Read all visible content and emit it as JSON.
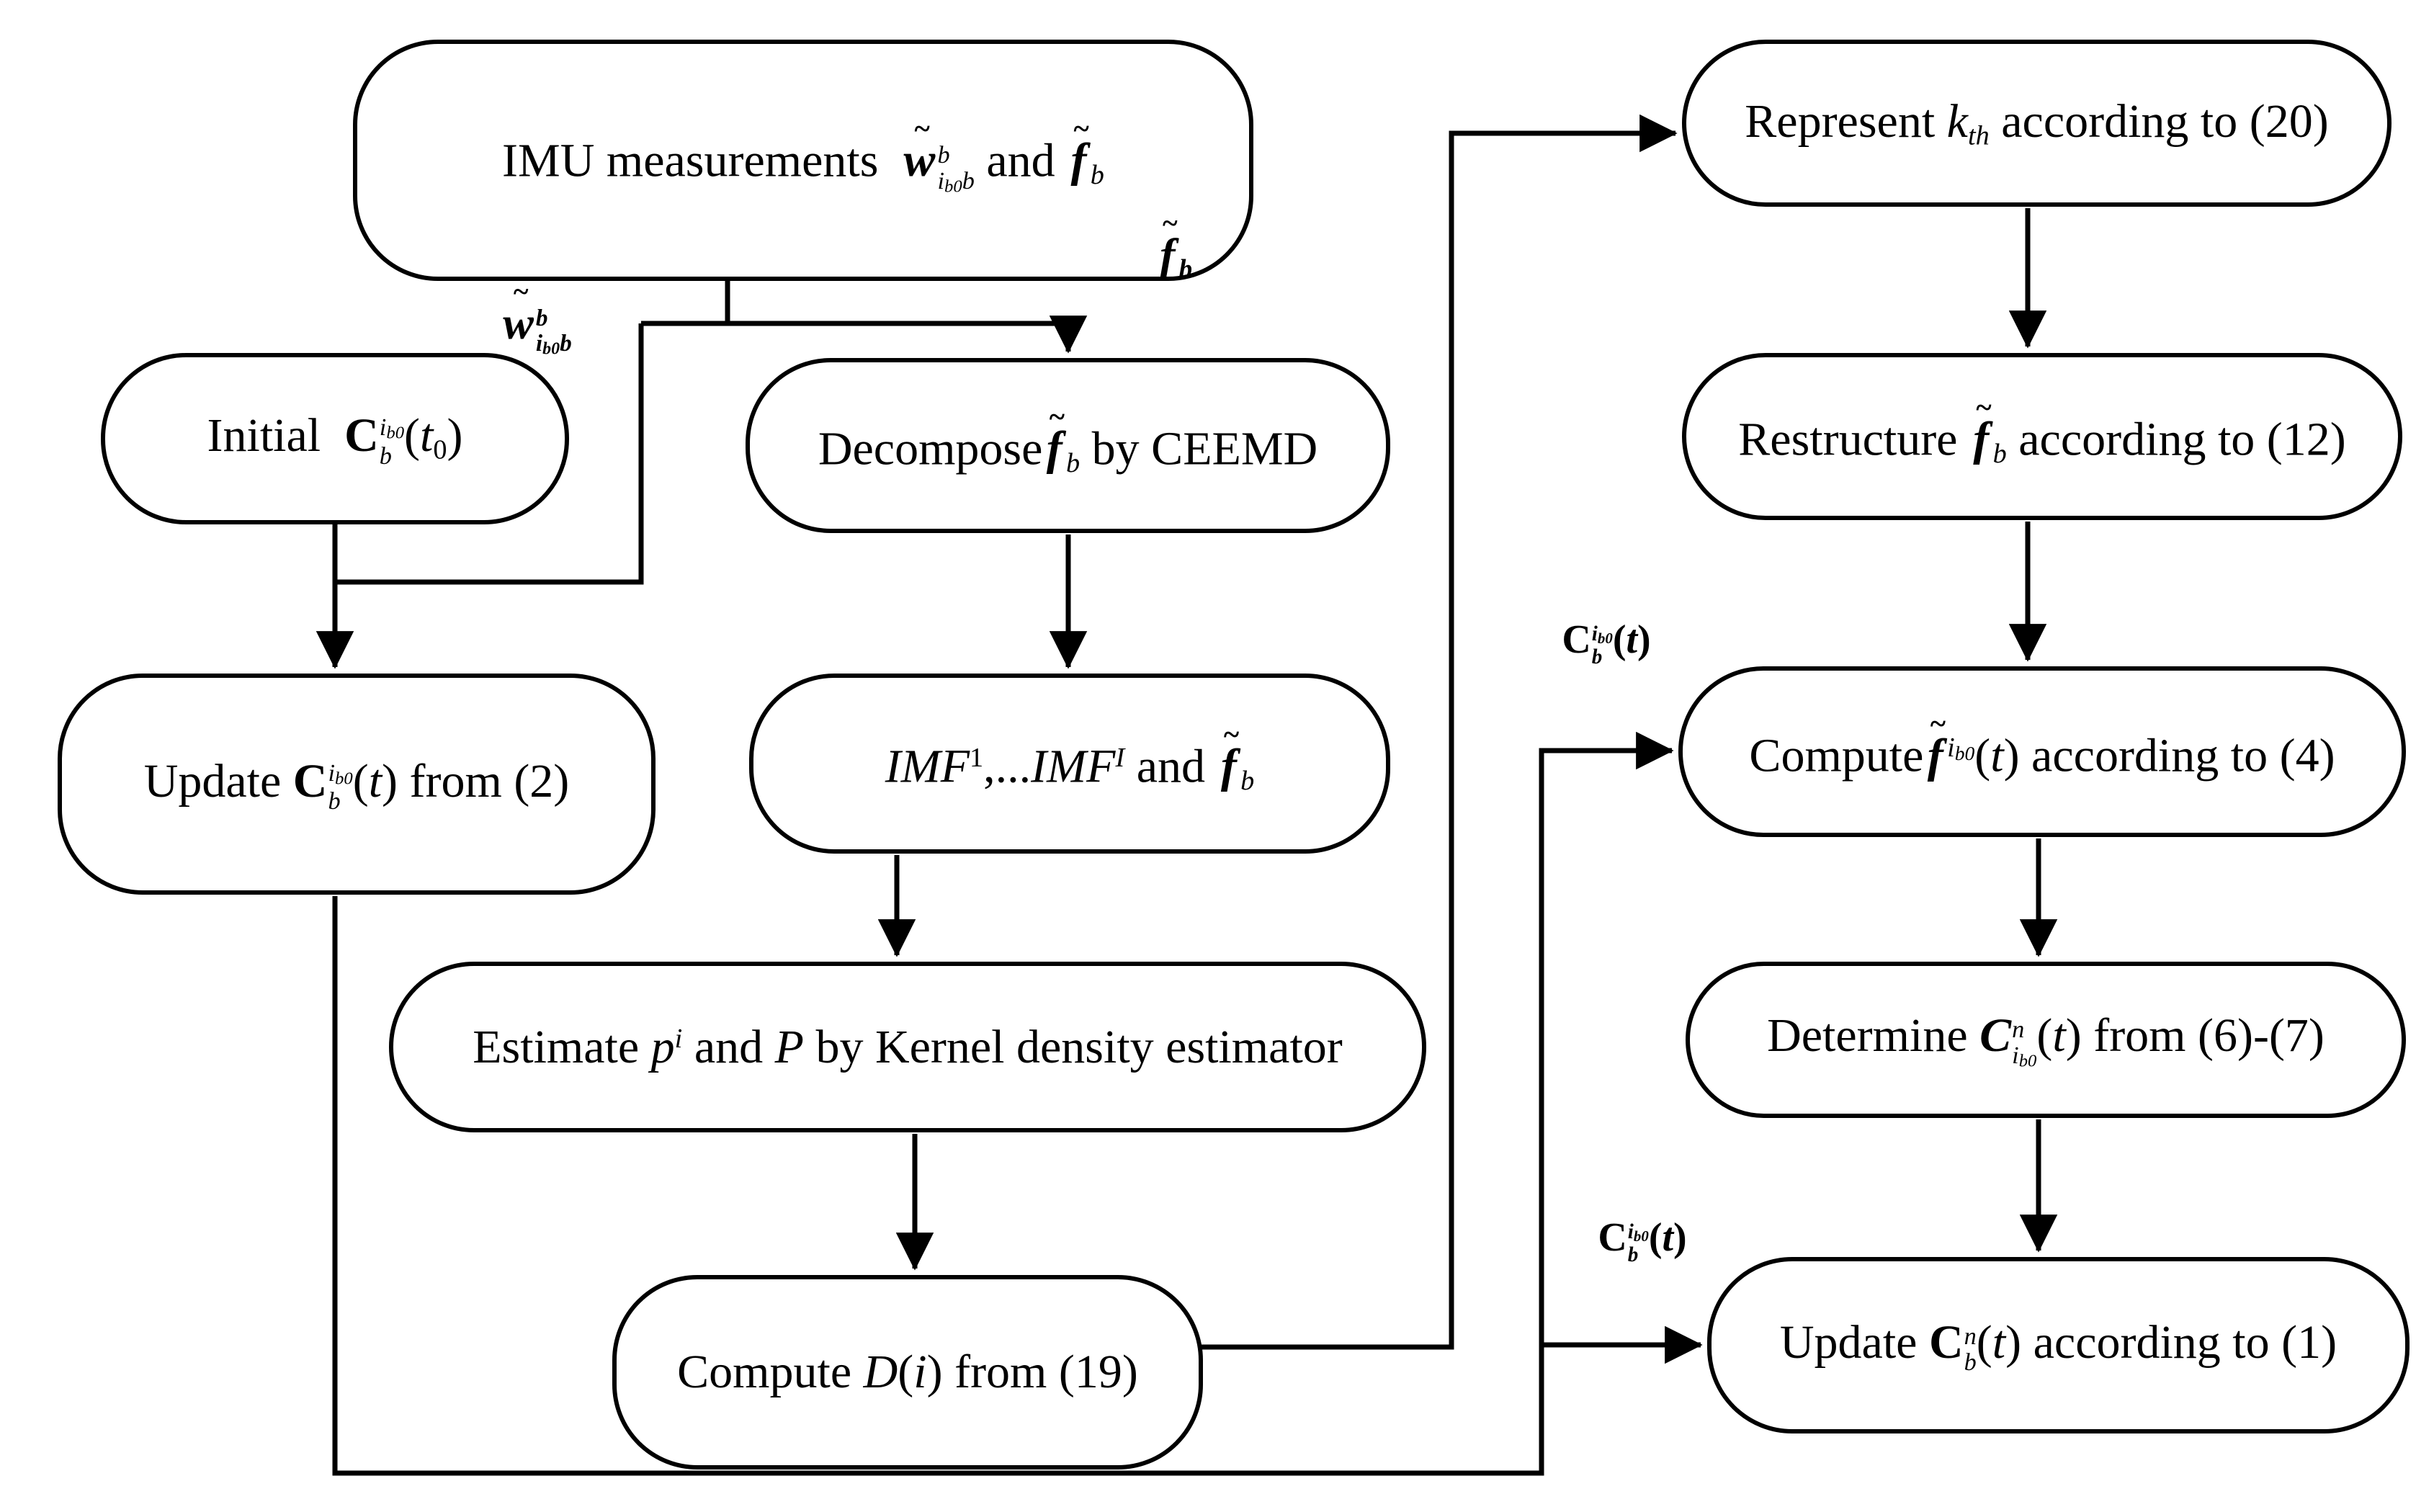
{
  "colors": {
    "background": "#ffffff",
    "line": "#000000",
    "box_border": "#000000",
    "text": "#000000"
  },
  "nodes": {
    "imu": {
      "html": "IMU measurements&nbsp; <span class='ov'><span class='tl'>~</span><span class='it bb'>w</span></span><span class='ss'><span class='t'>b</span><span class='b'>i<span class='ss2'>b0</span>b</span></span> and <span class='ov'><span class='tl'>~</span><span class='it bb'>f</span></span><span class='sb it'>b</span>"
    },
    "initial": {
      "html": "Initial&nbsp; <span class='bb'>C</span><span class='ss'><span class='t'>i<span class='ss2'>b0</span></span><span class='b'>b</span></span>(<span class='it'>t</span><span class='sb'>0</span>)"
    },
    "decompose": {
      "html": "Decompose<span class='ov'><span class='tl'>~</span><span class='it bb'>f</span></span><span class='sb it'>b</span> by CEEMD"
    },
    "update_cb": {
      "html": "Update <span class='bb'>C</span><span class='ss'><span class='t'>i<span class='ss2'>b0</span></span><span class='b'>b</span></span>(<span class='it'>t</span>) from (2)"
    },
    "imf": {
      "html": "<span class='it'>IMF</span><span class='sp'>1</span>,...<span class='it'>IMF</span><span class='sp it'>I</span> and <span class='ov'><span class='tl'>~</span><span class='it bb'>f</span></span><span class='sb it'>b</span>"
    },
    "estimate": {
      "html": "Estimate <span class='it'>p</span><span class='sp it'>i</span> and <span class='it'>P</span> by Kernel density estimator"
    },
    "compute_d": {
      "html": "Compute <span class='it'>D</span>(<span class='it'>i</span>) from (19)"
    },
    "represent": {
      "html": "Represent <span class='it'>k</span><span class='sb it'>th</span> according to (20)"
    },
    "restructure": {
      "html": "Restructure <span class='ov'><span class='tl'>~</span><span class='it bb'>f</span></span><span class='sb it'>b</span> according to (12)"
    },
    "compute_f": {
      "html": "Compute<span class='ov'><span class='tl'>~</span><span class='it bb'>f</span></span><span class='sp'><span class='it'>i</span><span class='ss2'>b0</span></span>(<span class='it'>t</span>) according to (4)"
    },
    "determine": {
      "html": "Determine <span class='it bb'>C</span><span class='ss'><span class='t'>n</span><span class='b'>i<span class='ss2'>b0</span></span></span>(<span class='it'>t</span>) from (6)-(7)"
    },
    "update_cn": {
      "html": "Update <span class='bb'>C</span><span class='ss'><span class='t'>n</span><span class='b'>b</span></span>(<span class='it'>t</span>) according to (1)"
    }
  },
  "labels": {
    "w_branch": {
      "html": "<span class='ov'><span class='tl'>~</span><span class='it'>w</span></span><span class='ss'><span class='t'>b</span><span class='b'>i<span class='ss2'>b0</span>b</span></span>"
    },
    "f_branch": {
      "html": "<span class='ov'><span class='tl'>~</span><span class='it'>f</span></span><span class='sb it'>b</span>"
    },
    "cb_t_upper": {
      "html": "<span class='bb'>C</span><span class='ss'><span class='t'>i<span class='ss2'>b0</span></span><span class='b'>b</span></span>(<span class='it'>t</span>)"
    },
    "cb_t_lower": {
      "html": "<span class='bb'>C</span><span class='ss'><span class='t'>i<span class='ss2'>b0</span></span><span class='b'>b</span></span>(<span class='it'>t</span>)"
    }
  }
}
